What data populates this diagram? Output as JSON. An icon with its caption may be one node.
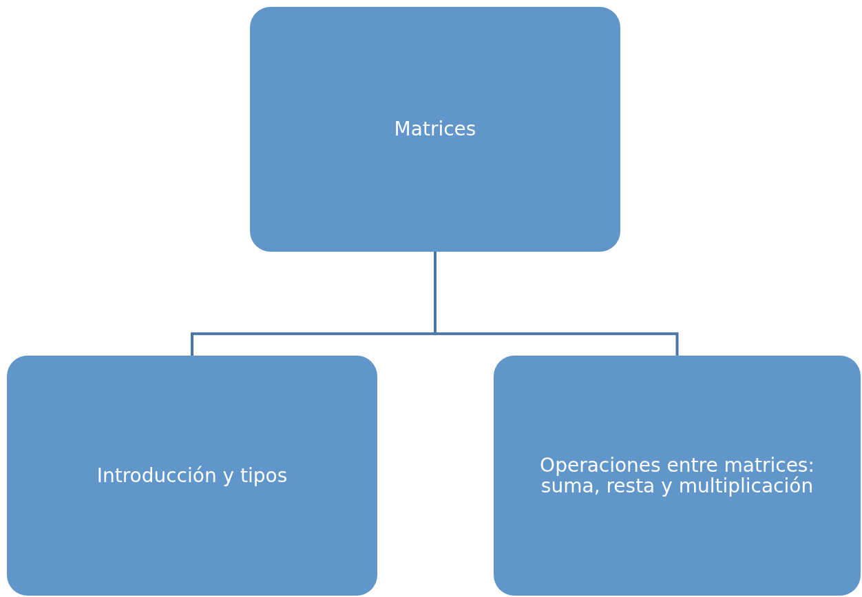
{
  "diagram": {
    "nodes": [
      {
        "text": [
          "Matrices"
        ]
      },
      {
        "text": [
          "Introducción y tipos"
        ]
      },
      {
        "text": [
          "Operaciones entre matrices: suma, resta y multiplicación"
        ]
      }
    ],
    "edges": [
      {
        "from": 0,
        "to": 1,
        "arrow": "none"
      },
      {
        "from": 0,
        "to": 2,
        "arrow": "none"
      }
    ]
  }
}
